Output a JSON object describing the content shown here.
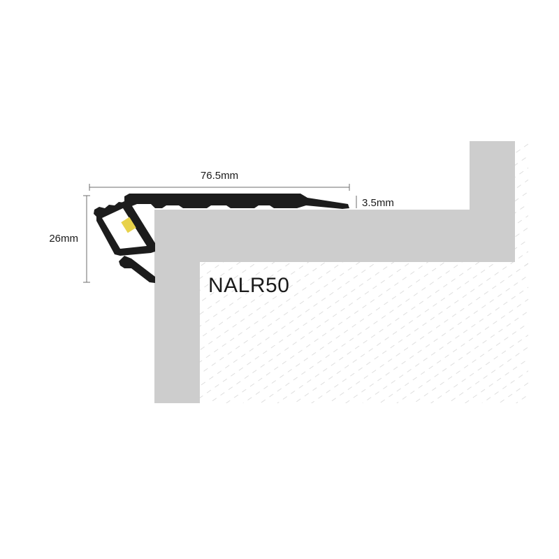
{
  "diagram": {
    "product_code": "NALR50",
    "dimensions": {
      "width": "76.5mm",
      "height": "26mm",
      "thickness": "3.5mm"
    },
    "colors": {
      "profile": "#1c1c1c",
      "concrete": "#cdcdcd",
      "hatch": "#d6d6d6",
      "led_strip": "#e8d24a"
    }
  }
}
